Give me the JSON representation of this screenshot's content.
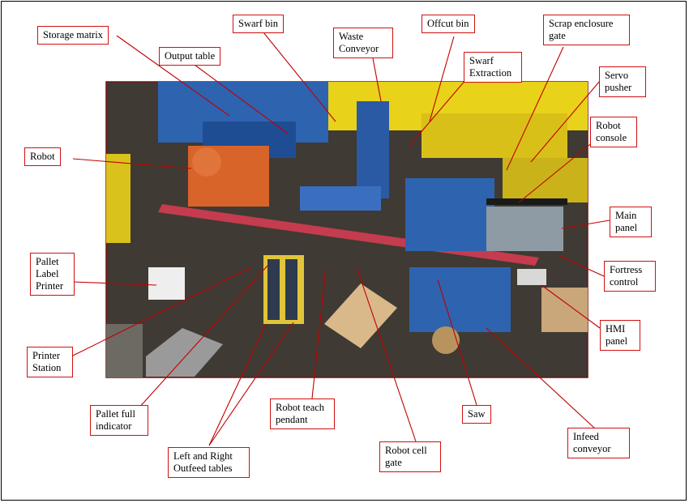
{
  "labels": {
    "storage_matrix": "Storage matrix",
    "output_table": "Output table",
    "swarf_bin": "Swarf bin",
    "waste_conveyor": "Waste Conveyor",
    "offcut_bin": "Offcut bin",
    "swarf_extraction": "Swarf Extraction",
    "scrap_enclosure_gate": "Scrap enclosure gate",
    "servo_pusher": "Servo pusher",
    "robot": "Robot",
    "robot_console": "Robot console",
    "main_panel": "Main panel",
    "pallet_label_printer": "Pallet Label Printer",
    "fortress_control": "Fortress control",
    "hmi_panel": "HMI panel",
    "printer_station": "Printer Station",
    "pallet_full_indicator": "Pallet full indicator",
    "left_right_outfeed_tables": "Left and Right Outfeed tables",
    "robot_teach_pendant": "Robot teach pendant",
    "robot_cell_gate": "Robot cell gate",
    "saw": "Saw",
    "infeed_conveyor": "Infeed conveyor"
  },
  "colors": {
    "callout_border": "#d01010",
    "leader_line": "#c00000",
    "floor": "#3f3a33",
    "safety_yellow": "#e8d21a",
    "machine_blue": "#2e63b0",
    "robot_orange": "#d8642a",
    "robot_arm_red": "#c43c4e"
  }
}
